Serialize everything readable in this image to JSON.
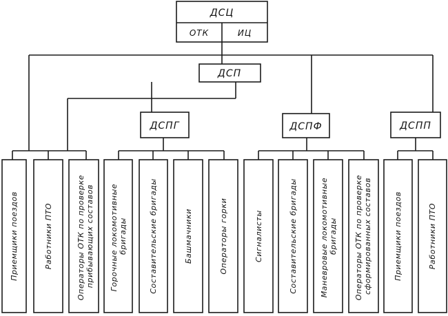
{
  "org_chart": {
    "top": {
      "label": "ДСЦ",
      "sub_left": "ОТК",
      "sub_right": "ИЦ"
    },
    "dsp": {
      "label": "ДСП"
    },
    "groups": [
      {
        "label": "ДСПГ"
      },
      {
        "label": "ДСПФ"
      },
      {
        "label": "ДСПП"
      }
    ],
    "leaves": [
      {
        "lines": [
          "Приемщики поездов"
        ]
      },
      {
        "lines": [
          "Работники ПТО"
        ]
      },
      {
        "lines": [
          "Операторы ОТК по проверке",
          "прибывающих составов"
        ]
      },
      {
        "lines": [
          "Горочные локомотивные",
          "бригады"
        ]
      },
      {
        "lines": [
          "Составительские бригады"
        ]
      },
      {
        "lines": [
          "Башмачники"
        ]
      },
      {
        "lines": [
          "Операторы горки"
        ]
      },
      {
        "lines": [
          "Сигналисты"
        ]
      },
      {
        "lines": [
          "Составительские бригады"
        ]
      },
      {
        "lines": [
          "Маневровые локомотивные",
          "бригады"
        ]
      },
      {
        "lines": [
          "Операторы ОТК по проверке",
          "сформированных составов"
        ]
      },
      {
        "lines": [
          "Приемщики поездов"
        ]
      },
      {
        "lines": [
          "Работники ПТО"
        ]
      }
    ]
  }
}
